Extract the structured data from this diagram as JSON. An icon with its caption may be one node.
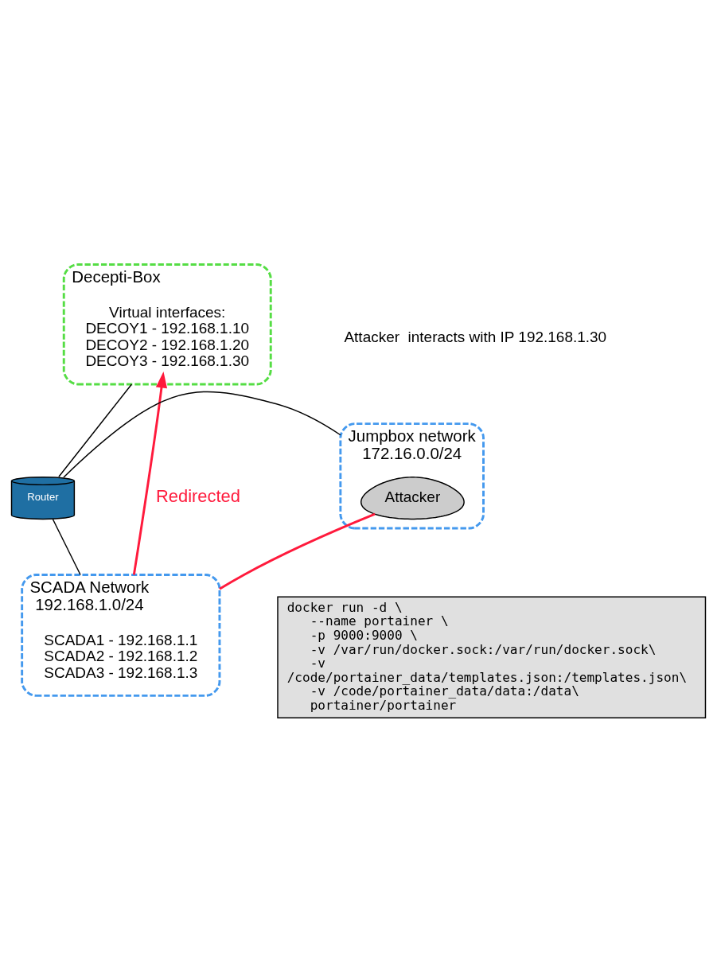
{
  "diagram": {
    "nodes": [
      {
        "text": [
          "Decepti-Box"
        ]
      },
      {
        "text": [
          "Virtual interfaces:",
          "DECOY1 - 192.168.1.10",
          "DECOY2 - 192.168.1.20",
          "DECOY3 - 192.168.1.30"
        ],
        "in": 0
      },
      {
        "text": [
          "SCADA Network",
          "192.168.1.0/24"
        ]
      },
      {
        "text": [
          "SCADA1 - 192.168.1.1",
          "SCADA2 - 192.168.1.2",
          "SCADA3 - 192.168.1.3"
        ],
        "in": 2
      },
      {
        "text": [
          "Router"
        ]
      },
      {
        "text": [
          "Jumpbox network",
          "172.16.0.0/24"
        ]
      },
      {
        "text": [
          "Attacker"
        ],
        "in": 5
      }
    ],
    "edges": [
      {
        "from": 0,
        "to": 4,
        "arrow": "none"
      },
      {
        "from": 4,
        "to": 2,
        "arrow": "none"
      },
      {
        "from": 4,
        "to": 5,
        "arrow": "none"
      },
      {
        "from": 6,
        "to": 2,
        "arrow": "none",
        "color": "#ff1a3c"
      },
      {
        "from": 2,
        "to": 1,
        "arrow": "to",
        "label": "Redirected",
        "color": "#ff1a3c"
      }
    ],
    "labels": [
      "Attacker  interacts with IP 192.168.1.30",
      "docker run -d \\",
      "    --name portainer \\",
      "    -p 9000:9000 \\",
      "    -v /var/run/docker.sock:/var/run/docker.sock\\",
      "    -v",
      "/code/portainer_data/templates.json:/templates.json\\",
      "    -v /code/portainer_data/data:/data\\",
      "    portainer/portainer"
    ]
  }
}
